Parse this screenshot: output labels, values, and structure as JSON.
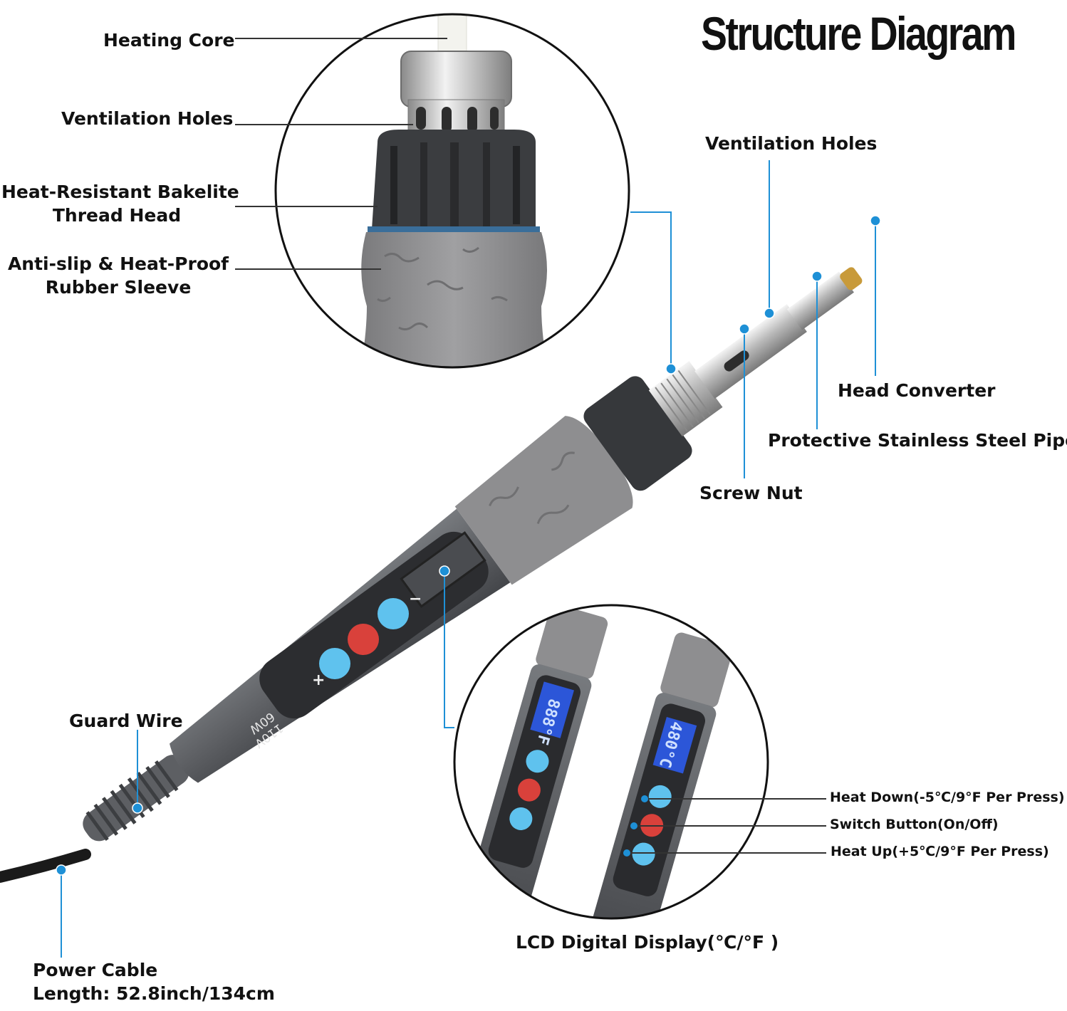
{
  "title": "Structure Diagram",
  "labels": {
    "heating_core": "Heating Core",
    "ventilation_holes_left": "Ventilation Holes",
    "bakelite_line1": "Heat-Resistant Bakelite",
    "bakelite_line2": "Thread Head",
    "rubber_line1": "Anti-slip & Heat-Proof",
    "rubber_line2": "Rubber Sleeve",
    "ventilation_holes_right": "Ventilation Holes",
    "head_converter": "Head Converter",
    "protective_pipe": "Protective Stainless Steel Pipe",
    "screw_nut": "Screw Nut",
    "guard_wire": "Guard Wire",
    "power_cable_line1": "Power Cable",
    "power_cable_line2": "Length: 52.8inch/134cm",
    "lcd_display": "LCD Digital Display(℃/°F )",
    "heat_down": "Heat Down(-5℃/9°F Per Press)",
    "switch_button": "Switch Button(On/Off)",
    "heat_up": "Heat Up(+5℃/9°F Per Press)"
  },
  "device_marks": {
    "voltage": "110V",
    "power": "60W",
    "plus": "+",
    "minus": "−",
    "display_left": "888°F",
    "display_right": "480°C"
  },
  "colors": {
    "leader_line": "#333333",
    "callout_dot": "#1e90d6",
    "button_blue": "#5fc2ee",
    "button_red": "#d9413b",
    "rubber_gray": "#8d8d8f",
    "body_gray": "#5e6064",
    "lcd_blue": "#2c56d8"
  }
}
